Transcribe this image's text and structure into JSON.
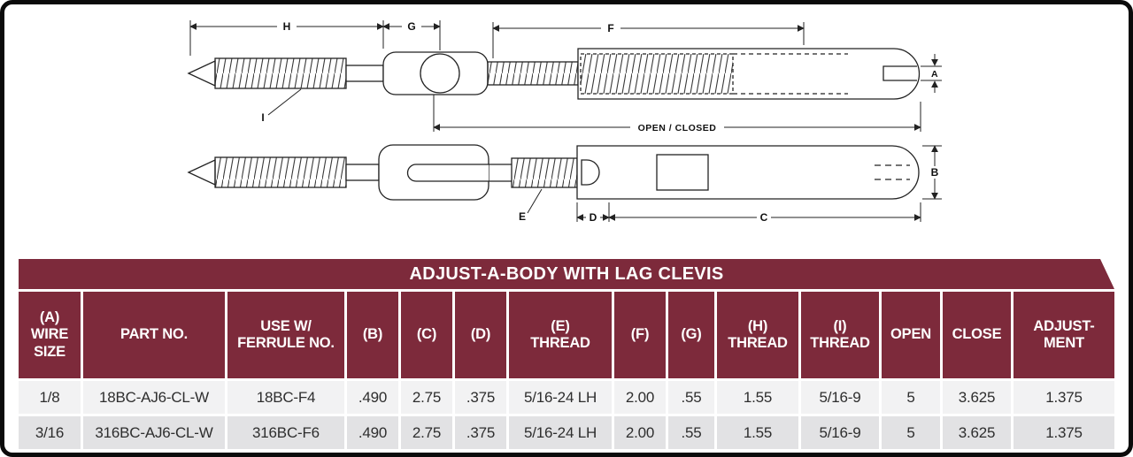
{
  "page": {
    "title": "ADJUST-A-BODY WITH LAG CLEVIS"
  },
  "colors": {
    "maroon": "#7d2a3b",
    "row1": "#f2f2f3",
    "row2": "#e2e2e4"
  },
  "diagram": {
    "labels": {
      "h": "H",
      "g": "G",
      "f": "F",
      "a": "A",
      "i": "I",
      "open_closed": "OPEN / CLOSED",
      "b": "B",
      "e": "E",
      "d": "D",
      "c": "C"
    }
  },
  "table": {
    "headers": [
      "(A)\nWIRE\nSIZE",
      "PART NO.",
      "USE W/\nFERRULE NO.",
      "(B)",
      "(C)",
      "(D)",
      "(E)\nTHREAD",
      "(F)",
      "(G)",
      "(H)\nTHREAD",
      "(I)\nTHREAD",
      "OPEN",
      "CLOSE",
      "ADJUST-\nMENT"
    ],
    "rows": [
      [
        "1/8",
        "18BC-AJ6-CL-W",
        "18BC-F4",
        ".490",
        "2.75",
        ".375",
        "5/16-24 LH",
        "2.00",
        ".55",
        "1.55",
        "5/16-9",
        "5",
        "3.625",
        "1.375"
      ],
      [
        "3/16",
        "316BC-AJ6-CL-W",
        "316BC-F6",
        ".490",
        "2.75",
        ".375",
        "5/16-24 LH",
        "2.00",
        ".55",
        "1.55",
        "5/16-9",
        "5",
        "3.625",
        "1.375"
      ]
    ]
  }
}
